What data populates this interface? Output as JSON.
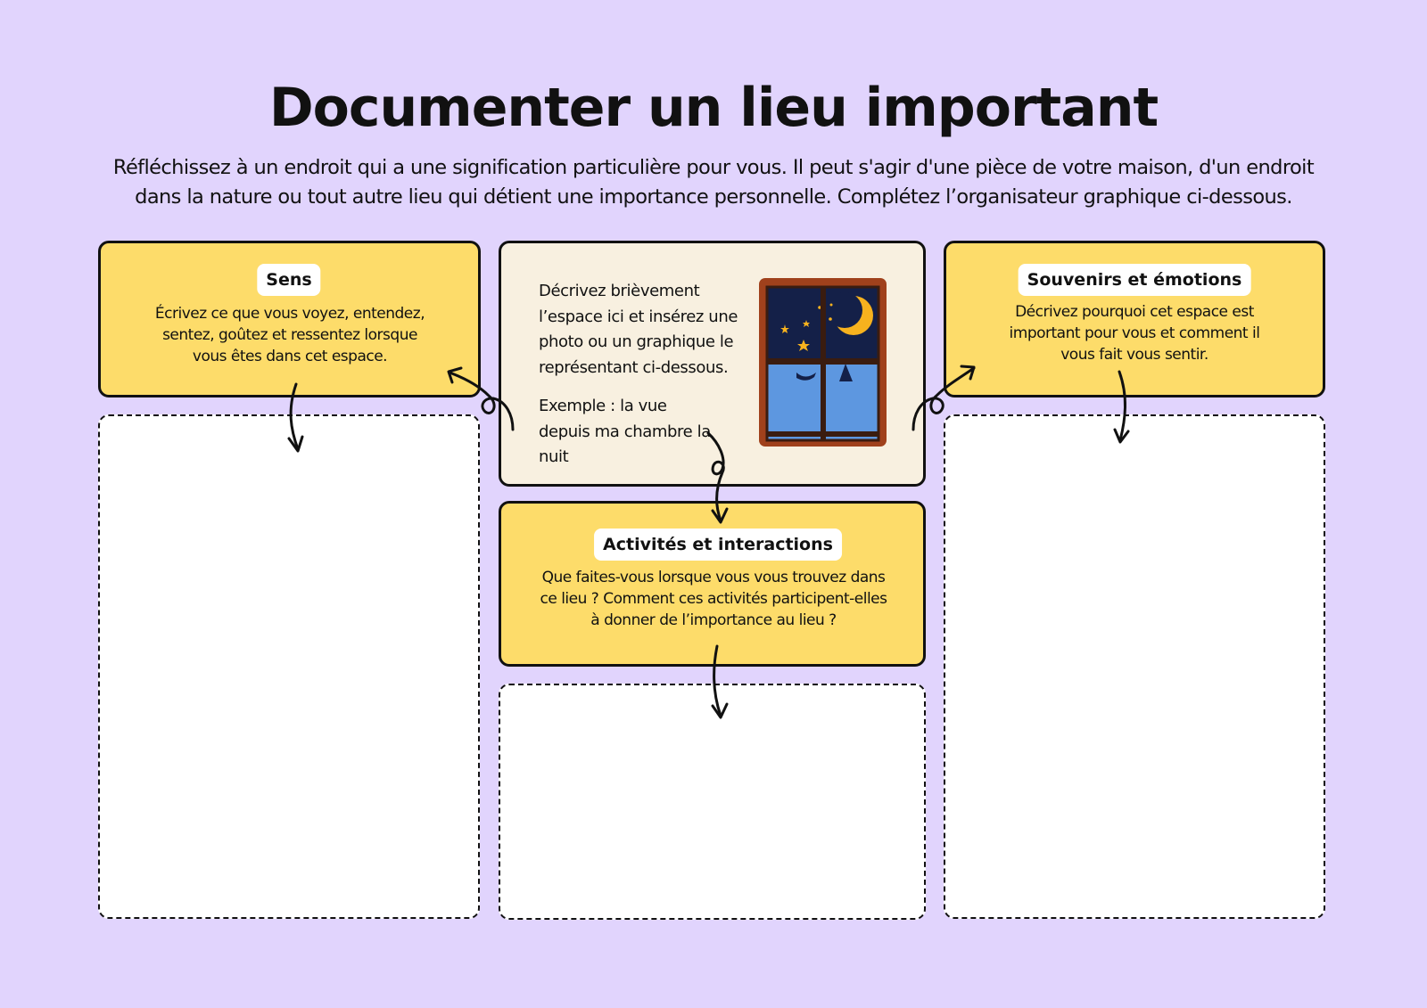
{
  "title": "Documenter un lieu important",
  "intro": "Réfléchissez à un endroit qui a une signification particulière pour vous. Il peut s'agir d'une pièce de votre maison, d'un endroit dans la nature ou tout autre lieu qui détient une importance personnelle. Complétez l’organisateur graphique ci-dessous.",
  "sens": {
    "label": "Sens",
    "description": "Écrivez ce que vous voyez, entendez, sentez, goûtez et ressentez lorsque vous êtes dans cet espace."
  },
  "center": {
    "description": "Décrivez brièvement l’espace ici et insérez une photo ou un graphique le représentant ci-dessous.",
    "example": "Exemple : la vue depuis ma chambre la nuit"
  },
  "souvenirs": {
    "label": "Souvenirs et émotions",
    "description": "Décrivez pourquoi cet espace est important pour vous et comment il vous fait vous sentir."
  },
  "activites": {
    "label": "Activités et interactions",
    "description": "Que faites-vous lorsque vous vous trouvez dans ce lieu ? Comment ces activités participent-elles à donner de l’importance au lieu ?"
  },
  "colors": {
    "background": "#e1d4fd",
    "card_yellow": "#fddc6a",
    "card_cream": "#f8f0e0",
    "window_frame": "#a0411c",
    "night_sky": "#142048",
    "water": "#5d97e0",
    "moon": "#f7b21e"
  },
  "icons": [
    "window-night-illustration",
    "curly-arrow-icon"
  ]
}
